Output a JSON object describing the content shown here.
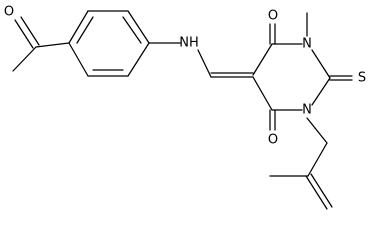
{
  "molecule": {
    "atoms": {
      "carbonyl_o_acetyl": "O",
      "amine_nh": "NH",
      "carbonyl_o_top": "O",
      "ring_n3": "N",
      "methyl_label": "methyl",
      "thione_s": "S",
      "ring_n1": "N",
      "carbonyl_o_bottom": "O"
    }
  }
}
